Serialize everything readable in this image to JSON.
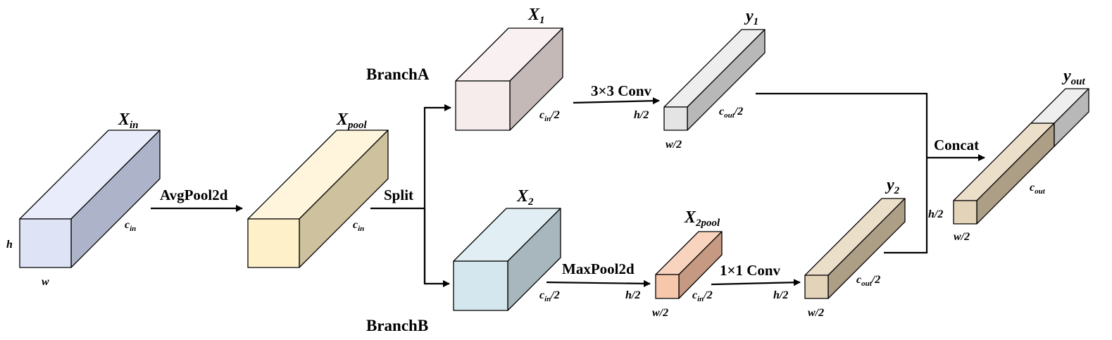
{
  "tensors": {
    "x_in": {
      "sym": "X",
      "sub": "in",
      "dim_c": "c",
      "dim_c_sub": "in",
      "dim_c_suffix": "",
      "dim_h": "h",
      "dim_w": "w",
      "colors": {
        "front": "#dfe3f6",
        "top": "#e9ecfa",
        "side": "#adb4c9"
      }
    },
    "x_pool": {
      "sym": "X",
      "sub": "pool",
      "dim_c": "c",
      "dim_c_sub": "in",
      "dim_c_suffix": "",
      "colors": {
        "front": "#fef1ca",
        "top": "#fef5dc",
        "side": "#cdc19e"
      }
    },
    "x_1": {
      "sym": "X",
      "sub": "1",
      "dim_c": "c",
      "dim_c_sub": "in",
      "dim_c_suffix": "/2",
      "colors": {
        "front": "#f6ecec",
        "top": "#f9f1f1",
        "side": "#c4b9b7"
      }
    },
    "x_2": {
      "sym": "X",
      "sub": "2",
      "dim_c": "c",
      "dim_c_sub": "in",
      "dim_c_suffix": "/2",
      "colors": {
        "front": "#d5e7ee",
        "top": "#e1eef3",
        "side": "#a7b7bd"
      }
    },
    "x_2pool": {
      "sym": "X",
      "sub": "2pool",
      "dim_c": "c",
      "dim_c_sub": "in",
      "dim_c_suffix": "/2",
      "dim_h": "h/2",
      "dim_w": "w/2",
      "colors": {
        "front": "#f6c7ab",
        "top": "#f8d4bf",
        "side": "#c69a82"
      }
    },
    "y_1": {
      "sym": "y",
      "sub": "1",
      "dim_c": "c",
      "dim_c_sub": "out",
      "dim_c_suffix": "/2",
      "dim_h": "h/2",
      "dim_w": "w/2",
      "colors": {
        "front": "#e4e4e4",
        "top": "#eeeeee",
        "side": "#b8b8b8"
      }
    },
    "y_2": {
      "sym": "y",
      "sub": "2",
      "dim_c": "c",
      "dim_c_sub": "out",
      "dim_c_suffix": "/2",
      "dim_h": "h/2",
      "dim_w": "w/2",
      "colors": {
        "front": "#e3d3b8",
        "top": "#ecdfca",
        "side": "#ad9e86"
      }
    },
    "y_out": {
      "sym": "y",
      "sub": "out",
      "dim_c": "c",
      "dim_c_sub": "out",
      "dim_c_suffix": "",
      "dim_h": "h/2",
      "dim_w": "w/2",
      "colors": {
        "front": "#e3d3b8",
        "top": "#ecdfca",
        "side": "#ad9e86",
        "top_grey": "#eeeeee",
        "side_grey": "#b8b8b8"
      }
    }
  },
  "operations": {
    "avgpool": "AvgPool2d",
    "split": "Split",
    "conv3": "3×3 Conv",
    "maxpool": "MaxPool2d",
    "conv1": "1×1 Conv",
    "concat": "Concat"
  },
  "branches": {
    "a": "BranchA",
    "b": "BranchB"
  }
}
